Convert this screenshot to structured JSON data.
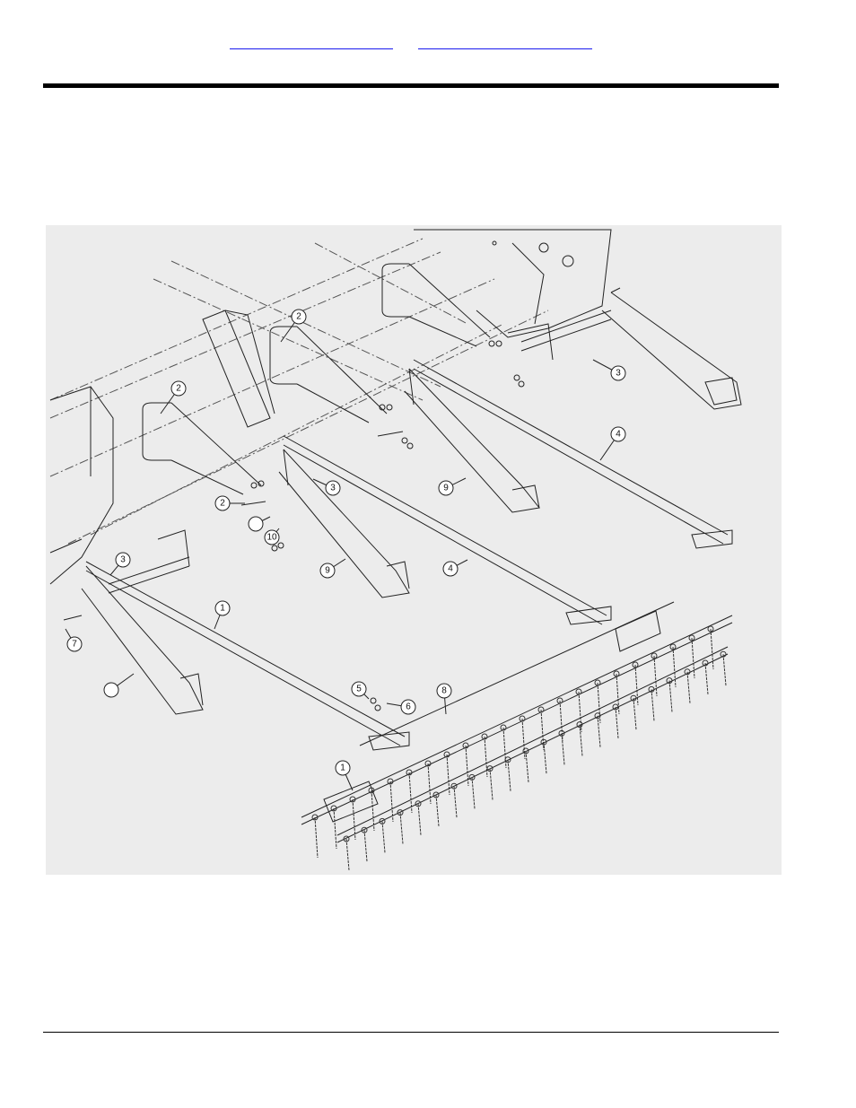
{
  "nav": {
    "prev_link": "",
    "next_link": ""
  },
  "diagram": {
    "callouts": [
      {
        "id": "c1",
        "label": "2"
      },
      {
        "id": "c2",
        "label": "2"
      },
      {
        "id": "c3",
        "label": "3"
      },
      {
        "id": "c4",
        "label": "4"
      },
      {
        "id": "c5",
        "label": "9"
      },
      {
        "id": "c6",
        "label": "3"
      },
      {
        "id": "c7",
        "label": "2"
      },
      {
        "id": "c8",
        "label": ""
      },
      {
        "id": "c9",
        "label": "10"
      },
      {
        "id": "c10",
        "label": "9"
      },
      {
        "id": "c11",
        "label": "4"
      },
      {
        "id": "c12",
        "label": "3"
      },
      {
        "id": "c13",
        "label": "1"
      },
      {
        "id": "c14",
        "label": "7"
      },
      {
        "id": "c15",
        "label": ""
      },
      {
        "id": "c16",
        "label": "5"
      },
      {
        "id": "c17",
        "label": "6"
      },
      {
        "id": "c18",
        "label": "8"
      },
      {
        "id": "c19",
        "label": "1"
      }
    ]
  }
}
